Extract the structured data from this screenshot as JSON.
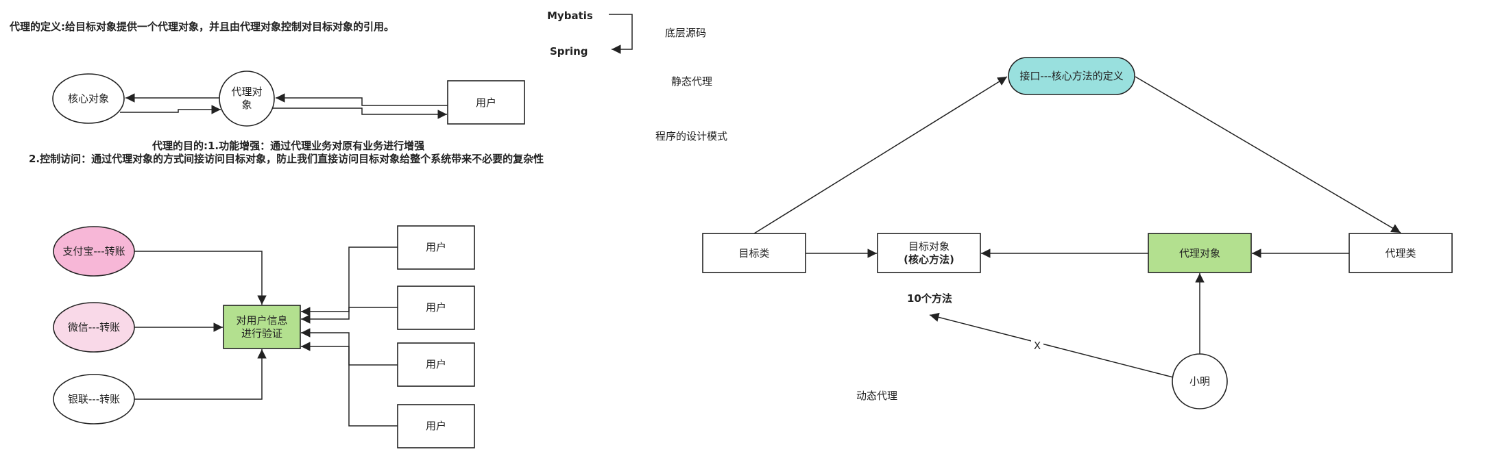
{
  "texts": {
    "definition": "代理的定义:给目标对象提供一个代理对象，并且由代理对象控制对目标对象的引用。",
    "mybatis": "Mybatis",
    "spring": "Spring",
    "bottom_source": "底层源码",
    "static_proxy": "静态代理",
    "design_pattern": "程序的设计模式",
    "purpose_line1": "代理的目的:1.功能增强：通过代理业务对原有业务进行增强",
    "purpose_line2": "2.控制访问：通过代理对象的方式间接访问目标对象，防止我们直接访问目标对象给整个系统带来不必要的复杂性",
    "ten_methods": "10个方法",
    "dynamic_proxy": "动态代理",
    "x_mark": "X"
  },
  "diagram1": {
    "core_object": "核心对象",
    "proxy_object_line1": "代理对",
    "proxy_object_line2": "象",
    "user": "用户"
  },
  "diagram2": {
    "alipay": "支付宝---转账",
    "wechat": "微信---转账",
    "unionpay": "银联---转账",
    "verify_line1": "对用户信息",
    "verify_line2": "进行验证",
    "users": [
      "用户",
      "用户",
      "用户",
      "用户"
    ]
  },
  "diagram3": {
    "interface": "接口---核心方法的定义",
    "target_class": "目标类",
    "target_object_line1": "目标对象",
    "target_object_line2": "(核心方法)",
    "proxy_object": "代理对象",
    "proxy_class": "代理类",
    "xiaoming": "小明"
  },
  "colors": {
    "interface_fill": "#99e0de",
    "verify_fill": "#b3e08f",
    "proxy_object_fill": "#b3e08f",
    "alipay_fill": "#f7b7d7",
    "wechat_fill": "#f9d9e8",
    "stroke": "#222222"
  }
}
